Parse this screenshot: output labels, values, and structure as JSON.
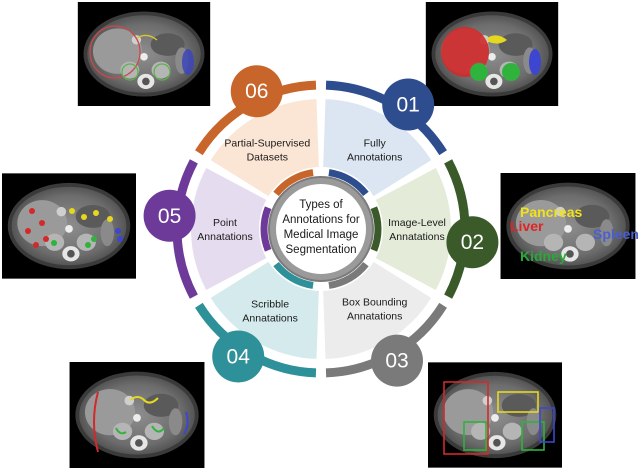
{
  "center": {
    "lines": [
      "Types of",
      "Annotations for",
      "Medical Image",
      "Segmentation"
    ]
  },
  "segments": [
    {
      "number": "01",
      "lines": [
        "Fully",
        "Annotations"
      ],
      "tab_color": "#2e4d8f",
      "fill_color": "#dbe6f2"
    },
    {
      "number": "02",
      "lines": [
        "Image-Level",
        "Annatations"
      ],
      "tab_color": "#3a5a2a",
      "fill_color": "#e4ecd9"
    },
    {
      "number": "03",
      "lines": [
        "Box Bounding",
        "Annatations"
      ],
      "tab_color": "#7a7a7a",
      "fill_color": "#ececec"
    },
    {
      "number": "04",
      "lines": [
        "Scribble",
        "Annatations"
      ],
      "tab_color": "#2e9098",
      "fill_color": "#d4eaec"
    },
    {
      "number": "05",
      "lines": [
        "Point",
        "Annatations"
      ],
      "tab_color": "#6d3a9a",
      "fill_color": "#e6dcef"
    },
    {
      "number": "06",
      "lines": [
        "Partial-Supervised",
        "Datasets"
      ],
      "tab_color": "#c8652a",
      "fill_color": "#fbe6d6"
    }
  ],
  "ct_panels": {
    "image_level_labels": [
      {
        "text": "Pancreas",
        "color": "#f2e21a"
      },
      {
        "text": "Liver",
        "color": "#e02424"
      },
      {
        "text": "Spleen",
        "color": "#4a5fd0"
      },
      {
        "text": "Kidney",
        "color": "#2aa83a"
      }
    ]
  }
}
